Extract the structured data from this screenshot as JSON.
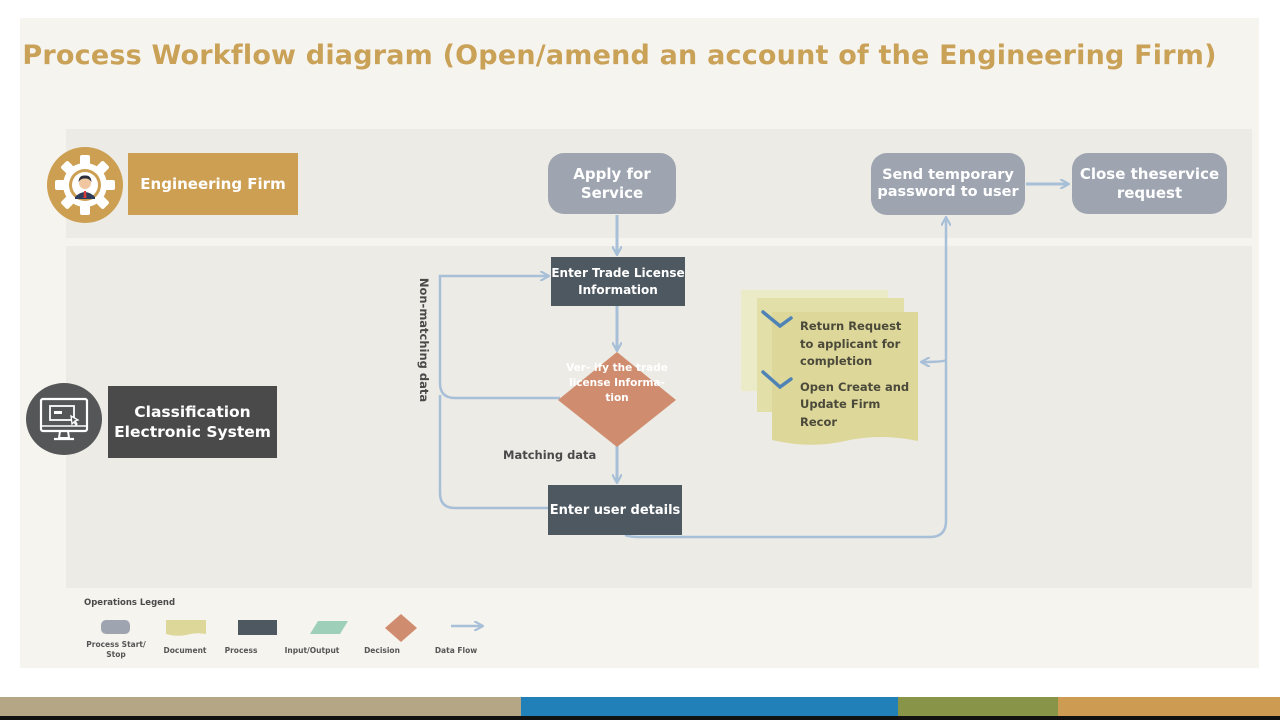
{
  "title": "Process Workflow diagram (Open/amend an account of the Engineering Firm)",
  "colors": {
    "title": "#c9a157",
    "terminal": "#9ea5b0",
    "process": "#4d5861",
    "decision": "#d08c6e",
    "document": "#ddd79a",
    "input_output": "#9ecfb8",
    "data_flow": "#a8bfd8",
    "engineering_firm": "#cc9f52",
    "classification_system": "#4a4a4b"
  },
  "lanes": [
    {
      "actor": "Engineering Firm",
      "icon": "gear-person-icon"
    },
    {
      "actor": "Classification Electronic System",
      "icon": "computer-monitor-icon"
    }
  ],
  "nodes": {
    "apply": "Apply for Service",
    "trade_license": "Enter Trade License Information",
    "verify": "Ver- ify the trade license Informa- tion",
    "user_details": "Enter user details",
    "send_password": "Send temporary password to user",
    "close_request": "Close theservice request"
  },
  "flow_labels": {
    "matching": "Matching data",
    "non_matching": "Non-matching data"
  },
  "document": {
    "items": [
      "Return Request to applicant for completion",
      "Open  Create and Update Firm Recor"
    ]
  },
  "legend": {
    "title": "Operations Legend",
    "items": [
      {
        "label": "Process Start/ Stop",
        "shape": "terminal"
      },
      {
        "label": "Document",
        "shape": "document"
      },
      {
        "label": "Process",
        "shape": "process"
      },
      {
        "label": "Input/Output",
        "shape": "input-output"
      },
      {
        "label": "Decision",
        "shape": "decision"
      },
      {
        "label": "Data Flow",
        "shape": "arrow"
      }
    ]
  },
  "footer_colors": [
    "#b5a785",
    "#2180b8",
    "#889447",
    "#cd9c52"
  ]
}
